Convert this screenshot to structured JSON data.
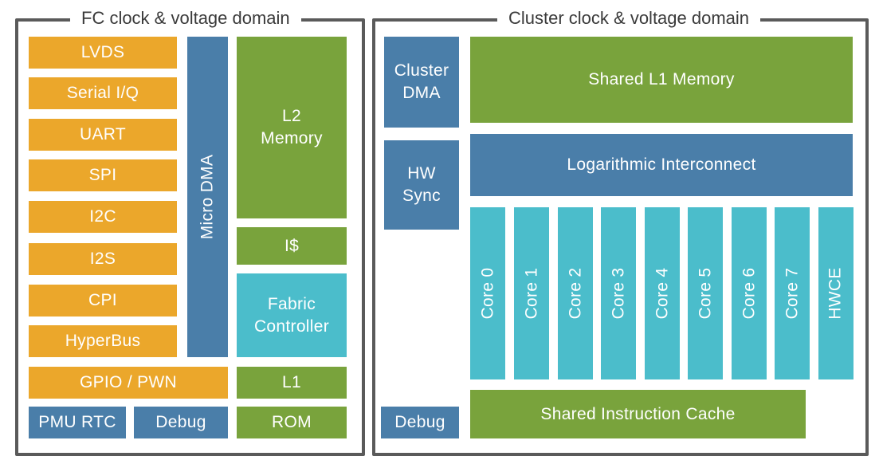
{
  "fc_domain": {
    "title": "FC clock & voltage domain",
    "peripherals": [
      "LVDS",
      "Serial I/Q",
      "UART",
      "SPI",
      "I2C",
      "I2S",
      "CPI",
      "HyperBus"
    ],
    "gpio": "GPIO / PWN",
    "pmu_rtc": "PMU RTC",
    "debug": "Debug",
    "micro_dma": "Micro DMA",
    "l2_memory": "L2\nMemory",
    "icache": "I$",
    "fabric_controller": "Fabric\nController",
    "l1": "L1",
    "rom": "ROM"
  },
  "cluster_domain": {
    "title": "Cluster clock & voltage domain",
    "cluster_dma": "Cluster\nDMA",
    "hw_sync": "HW\nSync",
    "debug": "Debug",
    "shared_l1": "Shared L1 Memory",
    "log_interconnect": "Logarithmic Interconnect",
    "cores": [
      "Core 0",
      "Core 1",
      "Core 2",
      "Core 3",
      "Core 4",
      "Core 5",
      "Core 6",
      "Core 7",
      "HWCE"
    ],
    "shared_icache": "Shared Instruction Cache"
  },
  "colors": {
    "orange": "#eba72b",
    "blue": "#4a7ea9",
    "green": "#79a33c",
    "cyan": "#4bbdcb",
    "frame": "#5a5a5a"
  }
}
